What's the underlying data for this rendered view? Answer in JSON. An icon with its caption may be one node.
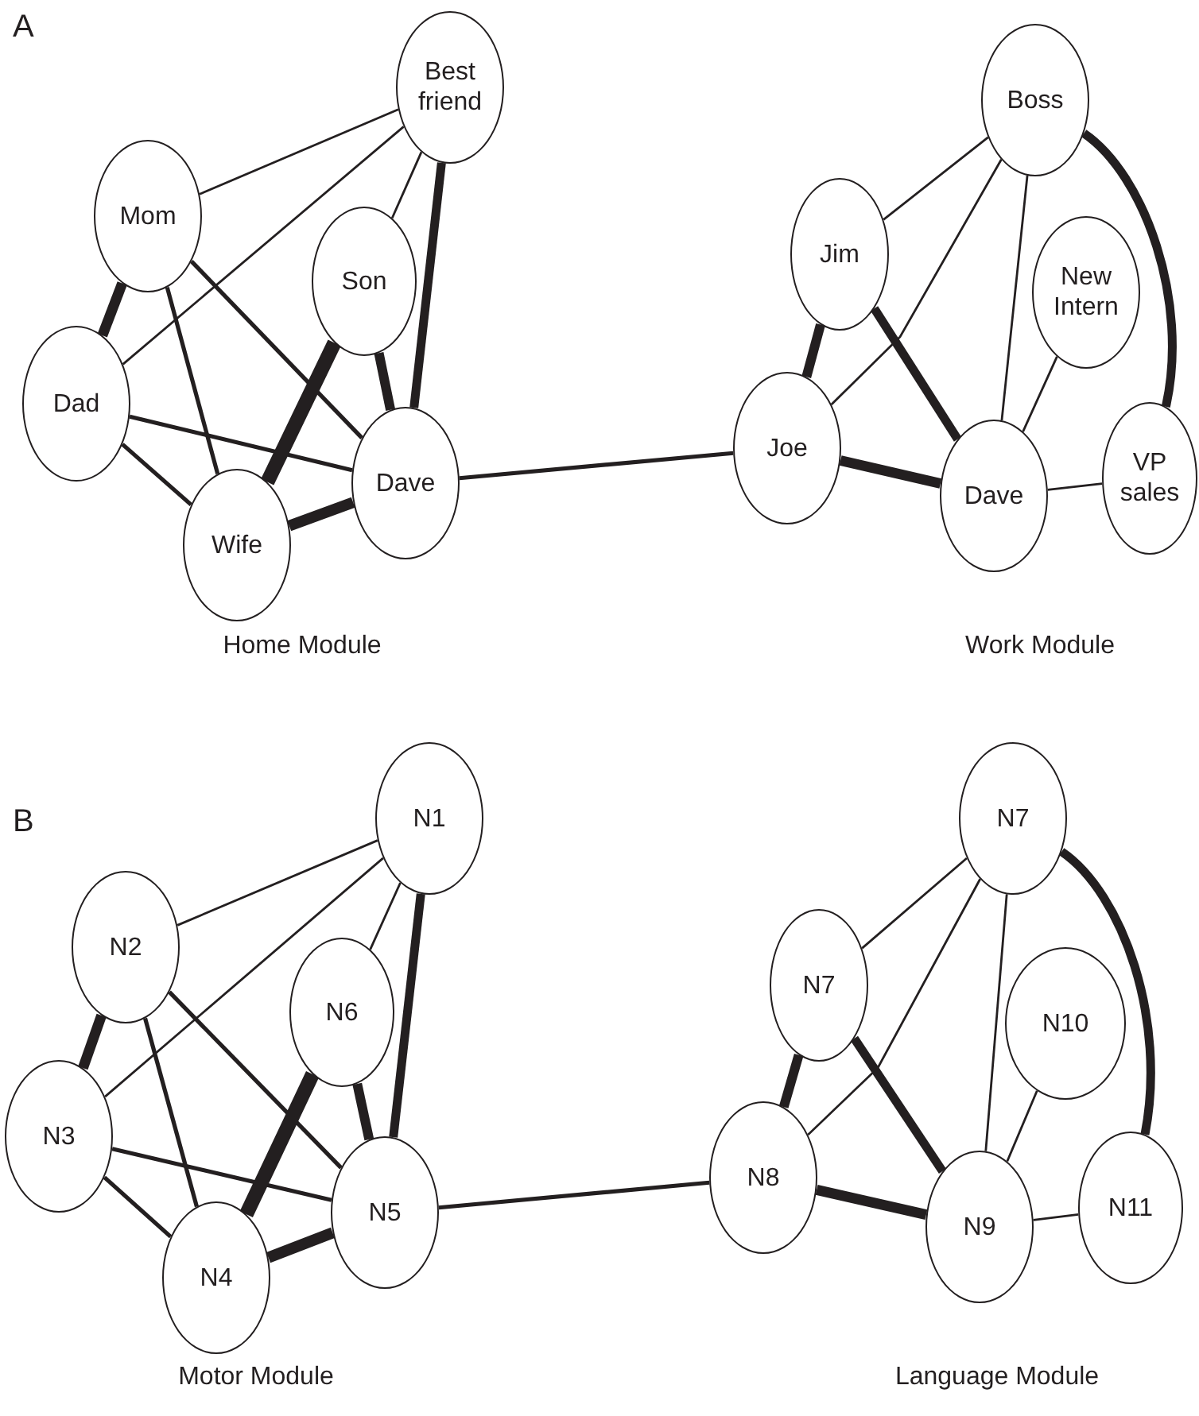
{
  "diagram": {
    "nodes": [
      {
        "text": [
          "Best friend"
        ]
      },
      {
        "text": [
          "Mom"
        ]
      },
      {
        "text": [
          "Son"
        ]
      },
      {
        "text": [
          "Dad"
        ]
      },
      {
        "text": [
          "Wife"
        ]
      },
      {
        "text": [
          "Dave"
        ]
      },
      {
        "text": [
          "Boss"
        ]
      },
      {
        "text": [
          "Jim"
        ]
      },
      {
        "text": [
          "New Intern"
        ]
      },
      {
        "text": [
          "Joe"
        ]
      },
      {
        "text": [
          "Dave"
        ]
      },
      {
        "text": [
          "VP sales"
        ]
      },
      {
        "text": [
          "N1"
        ]
      },
      {
        "text": [
          "N2"
        ]
      },
      {
        "text": [
          "N6"
        ]
      },
      {
        "text": [
          "N3"
        ]
      },
      {
        "text": [
          "N5"
        ]
      },
      {
        "text": [
          "N4"
        ]
      },
      {
        "text": [
          "N7"
        ]
      },
      {
        "text": [
          "N7"
        ]
      },
      {
        "text": [
          "N10"
        ]
      },
      {
        "text": [
          "N8"
        ]
      },
      {
        "text": [
          "N9"
        ]
      },
      {
        "text": [
          "N11"
        ]
      }
    ],
    "edges": [
      {
        "from": 1,
        "to": 0,
        "arrow": "none"
      },
      {
        "from": 3,
        "to": 0,
        "arrow": "none"
      },
      {
        "from": 2,
        "to": 0,
        "arrow": "none"
      },
      {
        "from": 5,
        "to": 0,
        "arrow": "none",
        "style": "thick"
      },
      {
        "from": 1,
        "to": 3,
        "arrow": "none",
        "style": "thick"
      },
      {
        "from": 1,
        "to": 4,
        "arrow": "none"
      },
      {
        "from": 1,
        "to": 5,
        "arrow": "none"
      },
      {
        "from": 3,
        "to": 5,
        "arrow": "none"
      },
      {
        "from": 3,
        "to": 4,
        "arrow": "none"
      },
      {
        "from": 2,
        "to": 4,
        "arrow": "none",
        "style": "thick"
      },
      {
        "from": 2,
        "to": 5,
        "arrow": "none",
        "style": "thick"
      },
      {
        "from": 4,
        "to": 5,
        "arrow": "none",
        "style": "thick"
      },
      {
        "from": 5,
        "to": 9,
        "arrow": "none"
      },
      {
        "from": 6,
        "to": 7,
        "arrow": "none"
      },
      {
        "from": 6,
        "to": 9,
        "arrow": "none"
      },
      {
        "from": 6,
        "to": 10,
        "arrow": "none"
      },
      {
        "from": 6,
        "to": 11,
        "arrow": "none",
        "style": "thick"
      },
      {
        "from": 7,
        "to": 9,
        "arrow": "none",
        "style": "thick"
      },
      {
        "from": 7,
        "to": 10,
        "arrow": "none",
        "style": "thick"
      },
      {
        "from": 8,
        "to": 10,
        "arrow": "none"
      },
      {
        "from": 9,
        "to": 10,
        "arrow": "none",
        "style": "thick"
      },
      {
        "from": 10,
        "to": 11,
        "arrow": "none"
      },
      {
        "from": 13,
        "to": 12,
        "arrow": "none"
      },
      {
        "from": 15,
        "to": 12,
        "arrow": "none"
      },
      {
        "from": 14,
        "to": 12,
        "arrow": "none"
      },
      {
        "from": 16,
        "to": 12,
        "arrow": "none",
        "style": "thick"
      },
      {
        "from": 13,
        "to": 15,
        "arrow": "none",
        "style": "thick"
      },
      {
        "from": 13,
        "to": 17,
        "arrow": "none"
      },
      {
        "from": 13,
        "to": 16,
        "arrow": "none"
      },
      {
        "from": 15,
        "to": 16,
        "arrow": "none"
      },
      {
        "from": 15,
        "to": 17,
        "arrow": "none"
      },
      {
        "from": 14,
        "to": 17,
        "arrow": "none",
        "style": "thick"
      },
      {
        "from": 14,
        "to": 16,
        "arrow": "none",
        "style": "thick"
      },
      {
        "from": 17,
        "to": 16,
        "arrow": "none",
        "style": "thick"
      },
      {
        "from": 16,
        "to": 21,
        "arrow": "none"
      },
      {
        "from": 18,
        "to": 19,
        "arrow": "none"
      },
      {
        "from": 18,
        "to": 21,
        "arrow": "none"
      },
      {
        "from": 18,
        "to": 22,
        "arrow": "none"
      },
      {
        "from": 18,
        "to": 23,
        "arrow": "none",
        "style": "thick"
      },
      {
        "from": 19,
        "to": 21,
        "arrow": "none",
        "style": "thick"
      },
      {
        "from": 19,
        "to": 22,
        "arrow": "none",
        "style": "thick"
      },
      {
        "from": 20,
        "to": 22,
        "arrow": "none"
      },
      {
        "from": 21,
        "to": 22,
        "arrow": "none",
        "style": "thick"
      },
      {
        "from": 22,
        "to": 23,
        "arrow": "none"
      }
    ],
    "labels": [
      "A",
      "Home Module",
      "Work Module",
      "B",
      "Motor Module",
      "Language Module"
    ]
  }
}
